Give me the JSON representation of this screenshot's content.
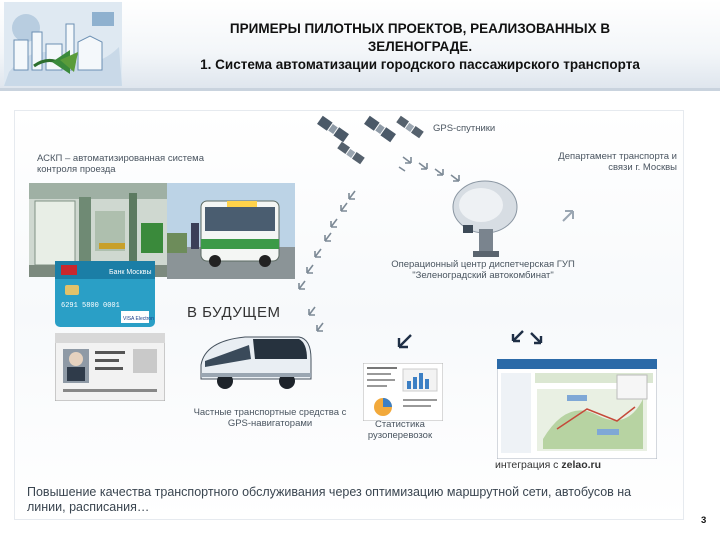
{
  "title": {
    "line1": "ПРИМЕРЫ ПИЛОТНЫХ ПРОЕКТОВ, РЕАЛИЗОВАННЫХ В",
    "line2": "ЗЕЛЕНОГРАДЕ.",
    "line3": "1. Система автоматизации городского пассажирского транспорта"
  },
  "diagram": {
    "askp_label": "АСКП – автоматизированная система контроля проезда",
    "gps_label": "GPS-спутники",
    "dept_label": "Департамент транспорта и связи г. Москвы",
    "opcenter_label": "Операционный центр диспетчерская ГУП \"Зеленоградский автокомбинат\"",
    "future_label": "В БУДУЩЕМ",
    "private_label": "Частные транспортные средства с GPS-навигаторами",
    "stats_label": "Статистика рузоперевозок",
    "integration_prefix": "интеграция с ",
    "integration_site": "zelao.ru",
    "bottom_text": "Повышение качества транспортного обслуживания через оптимизацию маршрутной сети, автобусов на линии, расписания…",
    "card_number": "6291 5800 0001",
    "card_bank": "Банк Москвы",
    "card_brand": "VISA Electron"
  },
  "page_number": "3",
  "colors": {
    "arrow": "#7d8a96",
    "dark_arrow": "#1f2f46",
    "bus_green": "#3c9a48",
    "card_red": "#c8282e"
  }
}
